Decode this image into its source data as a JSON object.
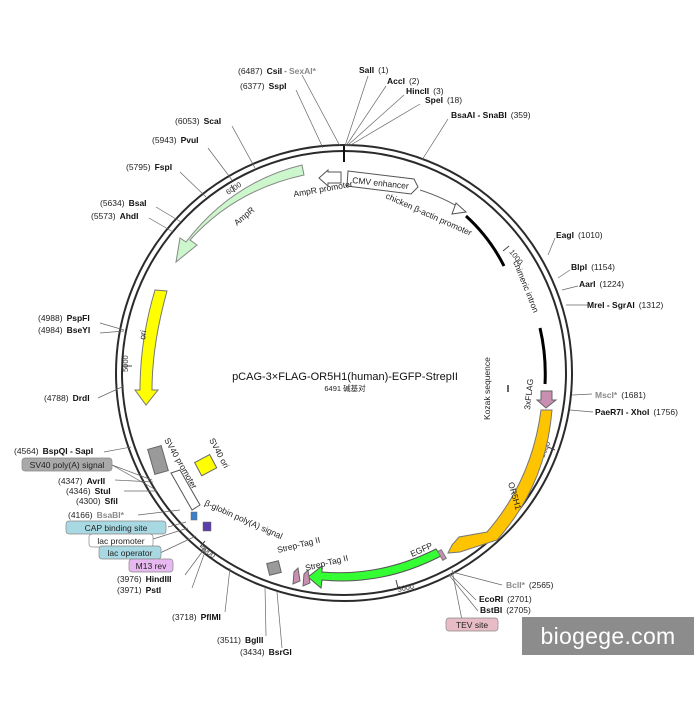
{
  "title": "pCAG-3×FLAG-OR5H1(human)-EGFP-StrepII",
  "subtitle": "6491 碱基对",
  "watermark": "biogege.com",
  "ticks": [
    "1000",
    "2000",
    "3000",
    "4000",
    "5000",
    "6000"
  ],
  "sites_right": [
    {
      "name": "SalI",
      "pos": "(1)"
    },
    {
      "name": "AccI",
      "pos": "(2)"
    },
    {
      "name": "HincII",
      "pos": "(3)"
    },
    {
      "name": "SpeI",
      "pos": "(18)"
    },
    {
      "name": "BsaAI - SnaBI",
      "pos": "(359)"
    },
    {
      "name": "EagI",
      "pos": "(1010)"
    },
    {
      "name": "BlpI",
      "pos": "(1154)"
    },
    {
      "name": "AarI",
      "pos": "(1224)"
    },
    {
      "name": "MreI - SgrAI",
      "pos": "(1312)"
    },
    {
      "name": "MscI*",
      "pos": "(1681)"
    },
    {
      "name": "PaeR7I - XhoI",
      "pos": "(1756)"
    },
    {
      "name": "BclI*",
      "pos": "(2565)"
    },
    {
      "name": "EcoRI",
      "pos": "(2701)"
    },
    {
      "name": "BstBI",
      "pos": "(2705)"
    }
  ],
  "sites_left": [
    {
      "name": "CsiI",
      "name2": "SexAI*",
      "pos": "(6487)"
    },
    {
      "name": "SspI",
      "pos": "(6377)"
    },
    {
      "name": "ScaI",
      "pos": "(6053)"
    },
    {
      "name": "PvuI",
      "pos": "(5943)"
    },
    {
      "name": "FspI",
      "pos": "(5795)"
    },
    {
      "name": "BsaI",
      "pos": "(5634)"
    },
    {
      "name": "AhdI",
      "pos": "(5573)"
    },
    {
      "name": "PspFI",
      "pos": "(4988)"
    },
    {
      "name": "BseYI",
      "pos": "(4984)"
    },
    {
      "name": "DrdI",
      "pos": "(4788)"
    },
    {
      "name": "BspQI - SapI",
      "pos": "(4564)"
    },
    {
      "name": "AvrII",
      "pos": "(4347)"
    },
    {
      "name": "StuI",
      "pos": "(4346)"
    },
    {
      "name": "SfiI",
      "pos": "(4300)"
    },
    {
      "name": "BsaBI*",
      "pos": "(4166)"
    },
    {
      "name": "HindIII",
      "pos": "(3976)"
    },
    {
      "name": "PstI",
      "pos": "(3971)"
    },
    {
      "name": "PflMI",
      "pos": "(3718)"
    },
    {
      "name": "BglII",
      "pos": "(3511)"
    },
    {
      "name": "BsrGI",
      "pos": "(3434)"
    }
  ],
  "features": {
    "cmv": "CMV enhancer",
    "cba": "chicken β-actin promoter",
    "intron": "chimeric intron",
    "kozak": "Kozak sequence",
    "flag": "3xFLAG",
    "or5h1": "OR5H1",
    "egfp": "EGFP",
    "strep1": "Strep-Tag II",
    "strep2": "Strep-Tag II",
    "bglobin": "β-globin poly(A) signal",
    "sv40prom": "SV40 promoter",
    "sv40ori": "SV40 ori",
    "ori": "ori",
    "ampr": "AmpR",
    "ampr_prom": "AmpR promoter"
  },
  "boxes": {
    "sv40pa": "SV40 poly(A) signal",
    "cap": "CAP binding site",
    "lacprom": "lac promoter",
    "lacop": "lac operator",
    "m13": "M13 rev",
    "tev": "TEV site"
  },
  "colors": {
    "backbone": "#2b2b2b",
    "ampr": "#ccf7cc",
    "ori": "#ffff00",
    "or5h1": "#ffc400",
    "egfp": "#33ff33",
    "flag": "#c98fb0",
    "strep": "#c98fb0",
    "sv40ori": "#ffff00",
    "promoter": "#ffffff",
    "polya": "#9a9a9a",
    "cap_box": "#a8d9e3",
    "m13_box": "#e8b8f0",
    "tev_box": "#e8bcc6",
    "sv40pa_box": "#a9a9a9"
  }
}
